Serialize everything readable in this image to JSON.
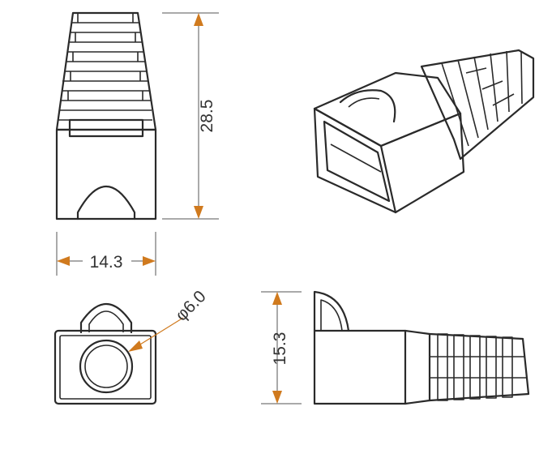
{
  "diagram": {
    "dimensions": {
      "height_label": "28.5",
      "width_label": "14.3",
      "diameter_label": "φ6.0",
      "side_height_label": "15.3"
    },
    "colors": {
      "line": "#2a2a2a",
      "dimension_arrow": "#d07a1e",
      "text": "#333333"
    }
  }
}
